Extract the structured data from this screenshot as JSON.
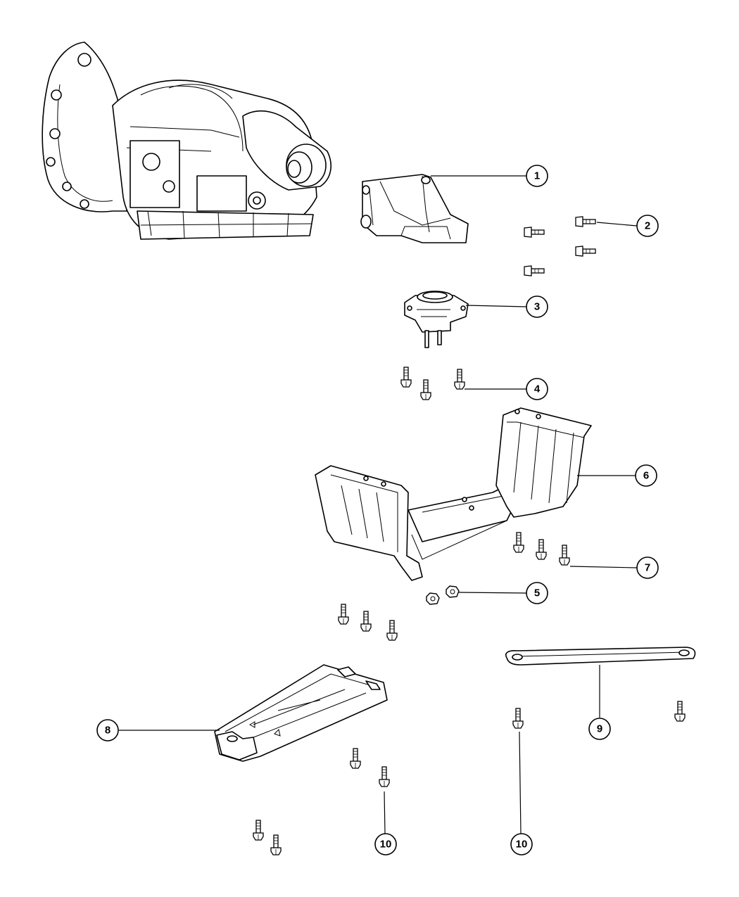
{
  "callouts": [
    {
      "label": "1"
    },
    {
      "label": "2"
    },
    {
      "label": "3"
    },
    {
      "label": "4"
    },
    {
      "label": "5"
    },
    {
      "label": "6"
    },
    {
      "label": "7"
    },
    {
      "label": "8"
    },
    {
      "label": "9"
    },
    {
      "label": "10"
    },
    {
      "label": "10"
    }
  ],
  "icons": {
    "transmission": "transmission-icon",
    "bolt": "bolt-icon",
    "nut": "nut-icon"
  },
  "colors": {
    "line": "#000000",
    "background": "#ffffff"
  }
}
